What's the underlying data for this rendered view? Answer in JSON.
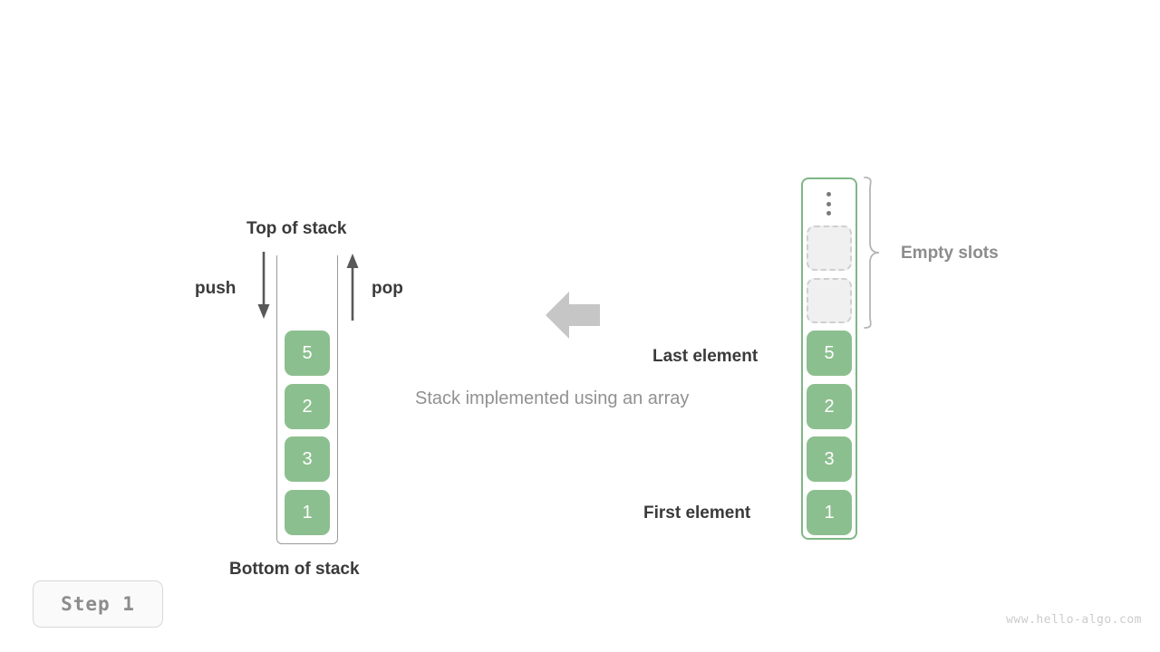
{
  "figure": {
    "caption": "Stack implemented using an array",
    "step_badge": "Step  1",
    "watermark": "www.hello-algo.com",
    "accent_green": "#8cbf8f",
    "border_green": "#7fb786",
    "dark_text": "#3a3a3a",
    "gray_text": "#8c8c8c",
    "empty_slot_fill": "#f0f0f0",
    "empty_slot_border": "#cfcfcf"
  },
  "stack": {
    "top_label": "Top of stack",
    "bottom_label": "Bottom of stack",
    "push_label": "push",
    "pop_label": "pop",
    "values": [
      "5",
      "2",
      "3",
      "1"
    ]
  },
  "array": {
    "values": [
      "5",
      "2",
      "3",
      "1"
    ],
    "empty_slots": 2,
    "ellipsis_icon": "vertical-ellipsis-icon",
    "empty_slots_label": "Empty slots",
    "last_element_label": "Last element",
    "first_element_label": "First element"
  },
  "transform": {
    "arrow_icon": "left-arrow-icon",
    "arrow_color": "#c6c6c6"
  },
  "chart_data": {
    "type": "diagram",
    "title": "Stack implemented using an array",
    "elements": [
      {
        "name": "stack",
        "order_top_to_bottom": [
          "5",
          "2",
          "3",
          "1"
        ],
        "top": "5",
        "bottom": "1",
        "operations": [
          "push",
          "pop"
        ]
      },
      {
        "name": "array",
        "order_top_to_bottom": [
          "empty",
          "empty",
          "5",
          "2",
          "3",
          "1"
        ],
        "first_element": "1",
        "last_element": "5",
        "empty_slots": 2
      }
    ]
  }
}
